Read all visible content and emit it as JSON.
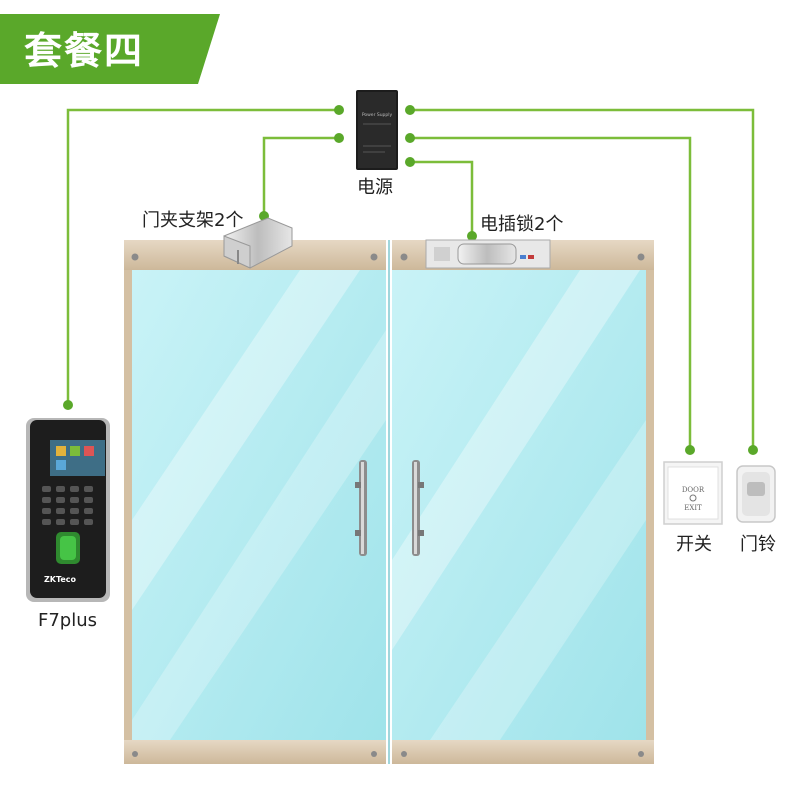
{
  "banner": {
    "title": "套餐四",
    "color": "#5aa82a"
  },
  "components": {
    "power_supply": {
      "label": "电源",
      "brand": "Power Supply"
    },
    "door_clamp": {
      "label": "门夹支架2个"
    },
    "electric_lock": {
      "label": "电插锁2个"
    },
    "terminal": {
      "label": "F7plus",
      "brand": "ZKTeco"
    },
    "exit_button": {
      "label": "开关",
      "line1": "DOOR",
      "line2": "EXIT"
    },
    "doorbell": {
      "label": "门铃"
    }
  },
  "colors": {
    "wire": "#7cbd3a",
    "glass": "#bdeef3",
    "frame": "#d8c6ad"
  }
}
